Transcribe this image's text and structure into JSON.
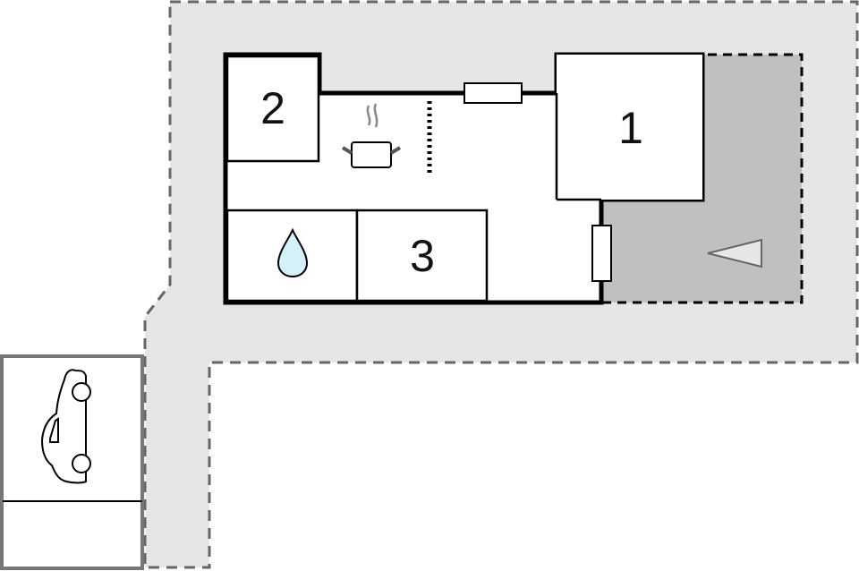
{
  "floorplan": {
    "rooms": [
      {
        "id": "room-1",
        "label": "1"
      },
      {
        "id": "room-2",
        "label": "2"
      },
      {
        "id": "room-3",
        "label": "3"
      }
    ],
    "icons": {
      "kitchen": "cooking-pot-icon",
      "bathroom": "water-drop-icon",
      "terrace": "triangle-direction-icon",
      "parking": "car-icon",
      "stairs": "stairs-icon",
      "windows": "window-icon"
    },
    "colors": {
      "plot": "#e6e6e6",
      "plot_border": "#666666",
      "terrace": "#c0c0c0",
      "walls": "#000000",
      "water_drop": "#d4f1f9",
      "triangle_fill": "#e6e6e6",
      "parking_border": "#777777"
    }
  }
}
